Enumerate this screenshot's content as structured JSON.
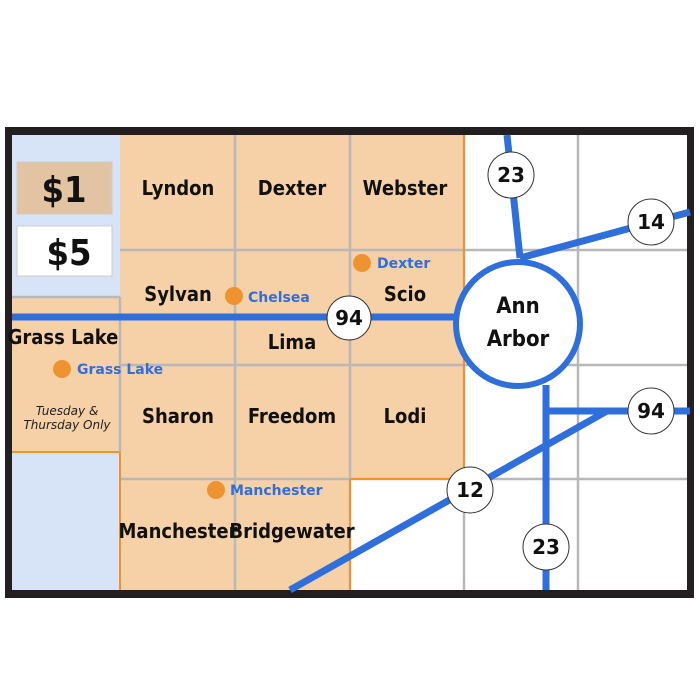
{
  "colors": {
    "peach": "#f6d1a7",
    "legend_bg": "#d7e3f7",
    "price1_bg": "#e2c3a2",
    "road": "#2f6fdc",
    "dot": "#ef9330",
    "grid": "#b8b8b8",
    "frame": "#231f20"
  },
  "legend": {
    "price1": "$1",
    "price2": "$5"
  },
  "townships": [
    "Lyndon",
    "Dexter",
    "Webster",
    "Sylvan",
    "Scio",
    "Lima",
    "Grass Lake",
    "Sharon",
    "Freedom",
    "Lodi",
    "Manchester",
    "Bridgewater"
  ],
  "note": {
    "line1": "Tuesday &",
    "line2": "Thursday Only"
  },
  "towns": [
    "Chelsea",
    "Dexter",
    "Grass Lake",
    "Manchester"
  ],
  "city": {
    "line1": "Ann",
    "line2": "Arbor"
  },
  "routes": [
    "94",
    "23",
    "14",
    "94",
    "12",
    "23"
  ]
}
